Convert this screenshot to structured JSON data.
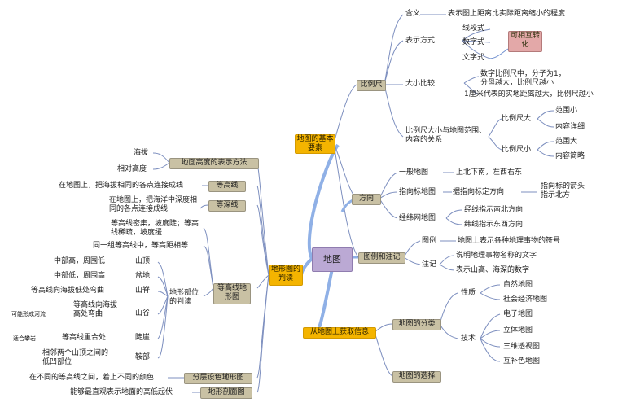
{
  "center": "地图",
  "branches": {
    "basic": {
      "label": "地图的基本要素",
      "scale": {
        "label": "比例尺",
        "meaning": {
          "label": "含义",
          "text": "表示图上距离比实际距离缩小的程度"
        },
        "forms": {
          "label": "表示方式",
          "items": [
            "线段式",
            "数字式",
            "文字式"
          ],
          "note": "可相互转化"
        },
        "size": {
          "label": "大小比较",
          "items": [
            "数字比例尺中，分子为1，分母越大，比例尺越小",
            "1厘米代表的实地距离越大，比例尺越小"
          ]
        },
        "relation": {
          "label": "比例尺大小与地图范围、内容的关系",
          "large": {
            "label": "比例尺大",
            "items": [
              "范围小",
              "内容详细"
            ]
          },
          "small": {
            "label": "比例尺小",
            "items": [
              "范围大",
              "内容简略"
            ]
          }
        }
      },
      "direction": {
        "label": "方向",
        "general": {
          "label": "一般地图",
          "text": "上北下南，左西右东"
        },
        "arrow": {
          "label": "指向标地图",
          "text": "据指向标定方向",
          "extra": "指向标的箭头指示北方"
        },
        "grid": {
          "label": "经纬网地图",
          "items": [
            "经线指示南北方向",
            "纬线指示东西方向"
          ]
        }
      },
      "legend": {
        "label": "图例和注记",
        "legend": {
          "label": "图例",
          "text": "地图上表示各种地理事物的符号"
        },
        "notes": {
          "label": "注记",
          "items": [
            "说明地理事物名称的文字",
            "表示山高、海深的数字"
          ]
        }
      }
    },
    "terrain": {
      "label": "地形图的判读",
      "altitude": {
        "label": "地面高度的表示方法",
        "items": [
          "海拔",
          "相对高度"
        ]
      },
      "contour": {
        "label": "等高线",
        "text": "在地图上，把海拔相同的各点连接成线"
      },
      "depth": {
        "label": "等深线",
        "text": "在地图上，把海洋中深度相同的各点连接成线"
      },
      "contour_map": {
        "label": "等高线地形图",
        "slope": "等高线密集，坡度陡；等高线稀疏，坡度缓",
        "same": "同一组等高线中，等高距相等",
        "parts": {
          "label": "地形部位的判读",
          "items": [
            {
              "name": "山顶",
              "desc": "中部高，周围低"
            },
            {
              "name": "盆地",
              "desc": "中部低，周围高"
            },
            {
              "name": "山脊",
              "desc": "等高线向海拔低处弯曲"
            },
            {
              "name": "山谷",
              "desc": "等高线向海拔高处弯曲",
              "extra": "可能形成河流"
            },
            {
              "name": "陡崖",
              "desc": "等高线重合处",
              "extra": "适合攀岩"
            },
            {
              "name": "鞍部",
              "desc": "相邻两个山顶之间的低凹部位"
            }
          ]
        }
      },
      "layered": {
        "label": "分层设色地形图",
        "text": "在不同的等高线之间，着上不同的颜色"
      },
      "section": {
        "label": "地形剖面图",
        "text": "能够最直观表示地面的高低起伏"
      }
    },
    "info": {
      "label": "从地图上获取信息",
      "category": {
        "label": "地图的分类",
        "nature": {
          "label": "性质",
          "items": [
            "自然地图",
            "社会经济地图"
          ]
        },
        "tech": {
          "label": "技术",
          "items": [
            "电子地图",
            "立体地图",
            "三维透视图",
            "互补色地图"
          ]
        }
      },
      "choice": {
        "label": "地图的选择"
      }
    }
  },
  "colors": {
    "center": "#bba9d4",
    "level1": "#f4b400",
    "level2": "#c9c1a4",
    "note": "#e3a8a8",
    "line": "#6f8fcf"
  }
}
